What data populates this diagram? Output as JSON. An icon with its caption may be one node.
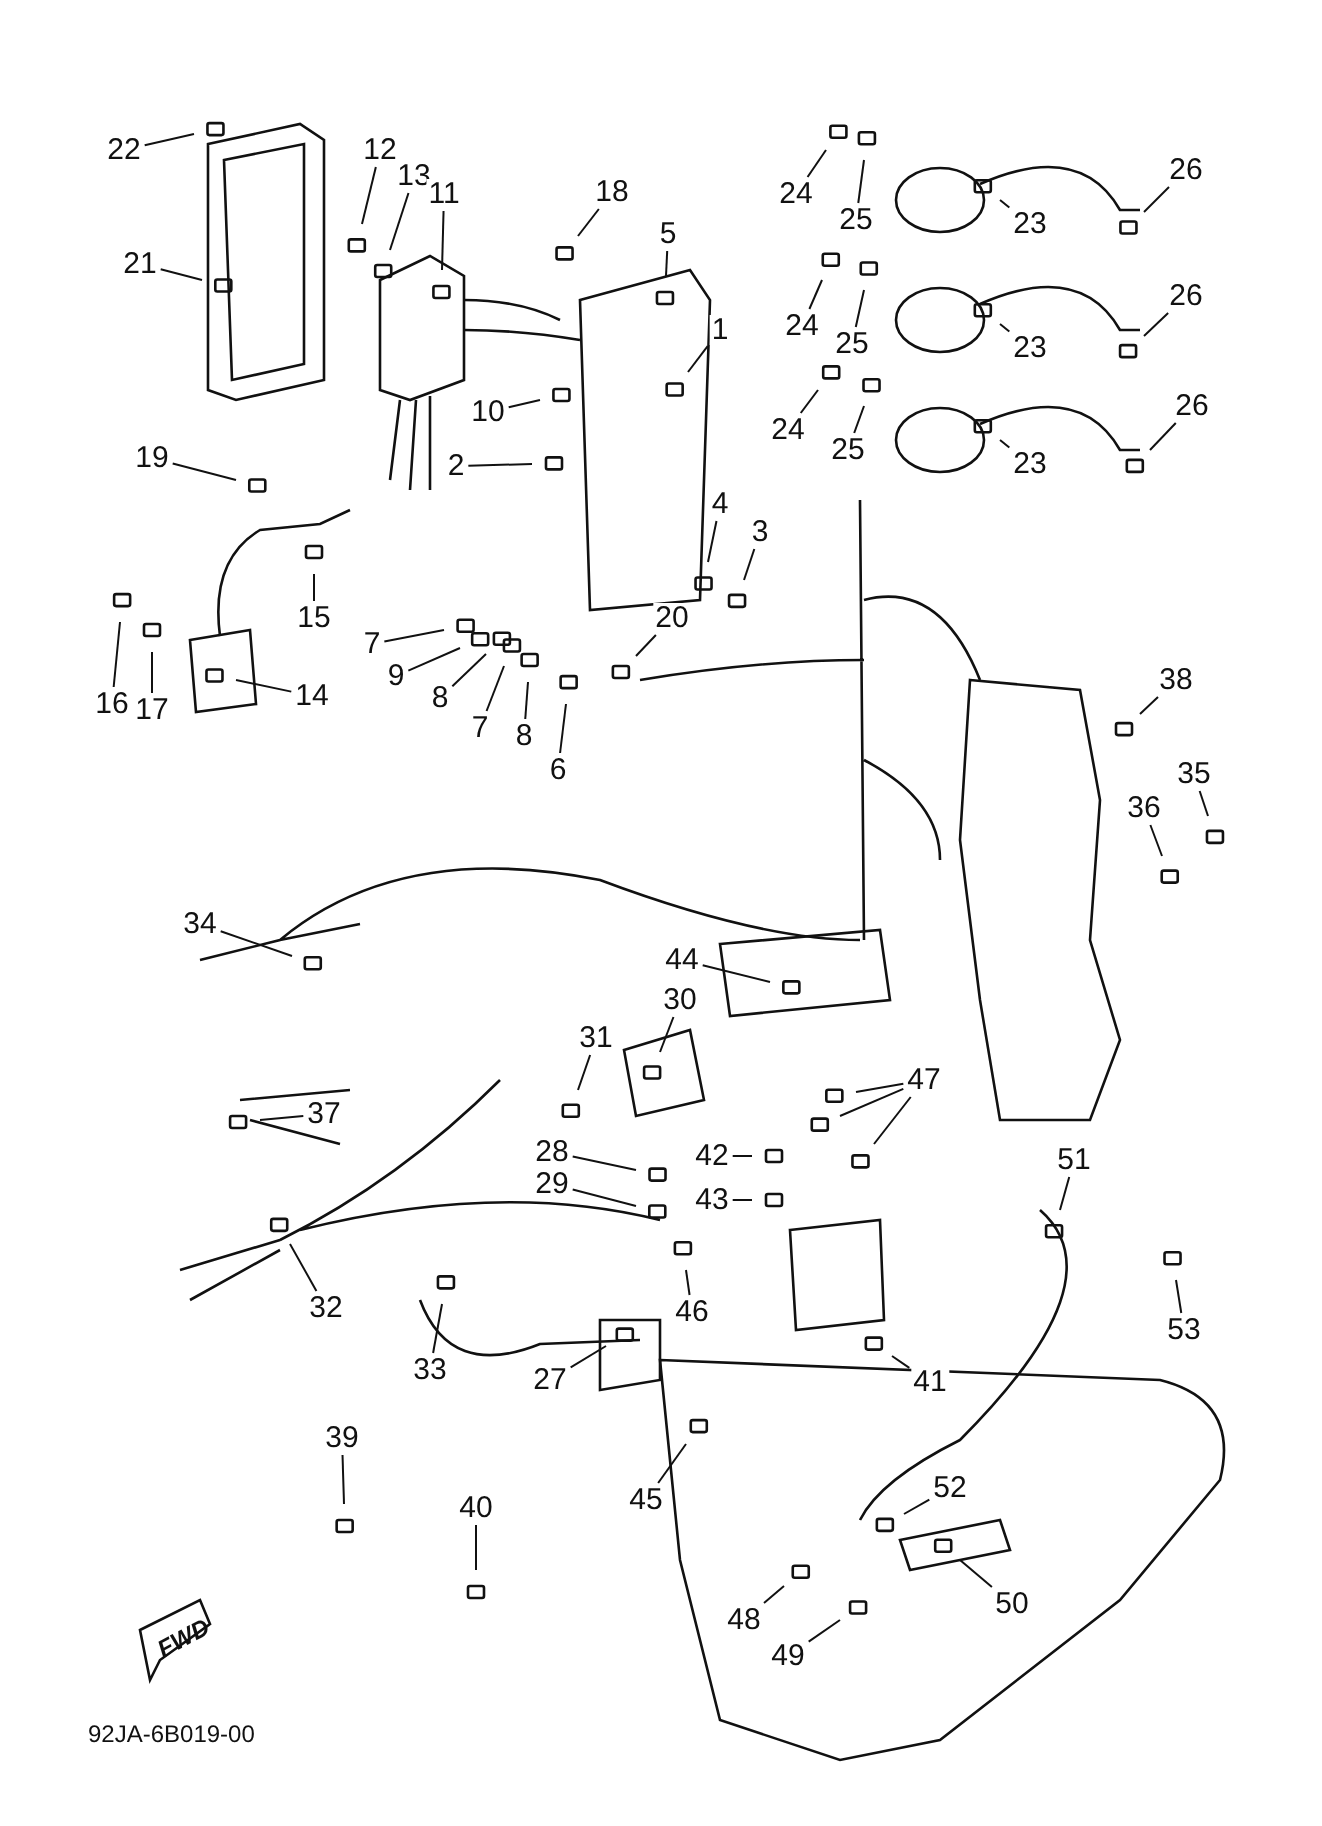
{
  "diagram": {
    "nodes": [
      {
        "text": [
          "22"
        ]
      },
      {
        "text": [
          "12"
        ]
      },
      {
        "text": [
          "13"
        ]
      },
      {
        "text": [
          "11"
        ]
      },
      {
        "text": [
          "18"
        ]
      },
      {
        "text": [
          "5"
        ]
      },
      {
        "text": [
          "1"
        ]
      },
      {
        "text": [
          "21"
        ]
      },
      {
        "text": [
          "10"
        ]
      },
      {
        "text": [
          "19"
        ]
      },
      {
        "text": [
          "2"
        ]
      },
      {
        "text": [
          "4"
        ]
      },
      {
        "text": [
          "3"
        ]
      },
      {
        "text": [
          "15"
        ]
      },
      {
        "text": [
          "20"
        ]
      },
      {
        "text": [
          "7"
        ]
      },
      {
        "text": [
          "9"
        ]
      },
      {
        "text": [
          "8"
        ]
      },
      {
        "text": [
          "7"
        ]
      },
      {
        "text": [
          "8"
        ]
      },
      {
        "text": [
          "16"
        ]
      },
      {
        "text": [
          "17"
        ]
      },
      {
        "text": [
          "14"
        ]
      },
      {
        "text": [
          "6"
        ]
      },
      {
        "text": [
          "24"
        ]
      },
      {
        "text": [
          "25"
        ]
      },
      {
        "text": [
          "23"
        ]
      },
      {
        "text": [
          "26"
        ]
      },
      {
        "text": [
          "24"
        ]
      },
      {
        "text": [
          "25"
        ]
      },
      {
        "text": [
          "23"
        ]
      },
      {
        "text": [
          "26"
        ]
      },
      {
        "text": [
          "24"
        ]
      },
      {
        "text": [
          "25"
        ]
      },
      {
        "text": [
          "23"
        ]
      },
      {
        "text": [
          "26"
        ]
      },
      {
        "text": [
          "38"
        ]
      },
      {
        "text": [
          "35"
        ]
      },
      {
        "text": [
          "36"
        ]
      },
      {
        "text": [
          "34"
        ]
      },
      {
        "text": [
          "44"
        ]
      },
      {
        "text": [
          "30"
        ]
      },
      {
        "text": [
          "47"
        ]
      },
      {
        "text": [
          "31"
        ]
      },
      {
        "text": [
          "37"
        ]
      },
      {
        "text": [
          "28"
        ]
      },
      {
        "text": [
          "42"
        ]
      },
      {
        "text": [
          "29"
        ]
      },
      {
        "text": [
          "43"
        ]
      },
      {
        "text": [
          "51"
        ]
      },
      {
        "text": [
          "32"
        ]
      },
      {
        "text": [
          "46"
        ]
      },
      {
        "text": [
          "53"
        ]
      },
      {
        "text": [
          "33"
        ]
      },
      {
        "text": [
          "27"
        ]
      },
      {
        "text": [
          "41"
        ]
      },
      {
        "text": [
          "39"
        ]
      },
      {
        "text": [
          "45"
        ]
      },
      {
        "text": [
          "52"
        ]
      },
      {
        "text": [
          "40"
        ]
      },
      {
        "text": [
          "50"
        ]
      },
      {
        "text": [
          "48"
        ]
      },
      {
        "text": [
          "49"
        ]
      }
    ],
    "edges": [
      {
        "from": 0,
        "to": null,
        "arrow": "none"
      },
      {
        "from": 1,
        "to": null,
        "arrow": "none"
      },
      {
        "from": 2,
        "to": null,
        "arrow": "none"
      },
      {
        "from": 3,
        "to": null,
        "arrow": "none"
      },
      {
        "from": 4,
        "to": null,
        "arrow": "none"
      },
      {
        "from": 5,
        "to": null,
        "arrow": "none"
      },
      {
        "from": 6,
        "to": null,
        "arrow": "none"
      },
      {
        "from": 7,
        "to": null,
        "arrow": "none"
      },
      {
        "from": 8,
        "to": null,
        "arrow": "none"
      },
      {
        "from": 9,
        "to": null,
        "arrow": "none"
      },
      {
        "from": 10,
        "to": null,
        "arrow": "none"
      },
      {
        "from": 11,
        "to": null,
        "arrow": "none"
      },
      {
        "from": 12,
        "to": null,
        "arrow": "none"
      },
      {
        "from": 13,
        "to": null,
        "arrow": "none"
      },
      {
        "from": 14,
        "to": null,
        "arrow": "none"
      },
      {
        "from": 15,
        "to": null,
        "arrow": "none"
      },
      {
        "from": 16,
        "to": null,
        "arrow": "none"
      },
      {
        "from": 17,
        "to": null,
        "arrow": "none"
      },
      {
        "from": 18,
        "to": null,
        "arrow": "none"
      },
      {
        "from": 19,
        "to": null,
        "arrow": "none"
      },
      {
        "from": 20,
        "to": null,
        "arrow": "none"
      },
      {
        "from": 21,
        "to": null,
        "arrow": "none"
      },
      {
        "from": 22,
        "to": null,
        "arrow": "none"
      },
      {
        "from": 23,
        "to": null,
        "arrow": "none"
      },
      {
        "from": 24,
        "to": null,
        "arrow": "none"
      },
      {
        "from": 25,
        "to": null,
        "arrow": "none"
      },
      {
        "from": 26,
        "to": null,
        "arrow": "none"
      },
      {
        "from": 27,
        "to": null,
        "arrow": "none"
      },
      {
        "from": 28,
        "to": null,
        "arrow": "none"
      },
      {
        "from": 29,
        "to": null,
        "arrow": "none"
      },
      {
        "from": 30,
        "to": null,
        "arrow": "none"
      },
      {
        "from": 31,
        "to": null,
        "arrow": "none"
      },
      {
        "from": 32,
        "to": null,
        "arrow": "none"
      },
      {
        "from": 33,
        "to": null,
        "arrow": "none"
      },
      {
        "from": 34,
        "to": null,
        "arrow": "none"
      },
      {
        "from": 35,
        "to": null,
        "arrow": "none"
      },
      {
        "from": 36,
        "to": null,
        "arrow": "none"
      },
      {
        "from": 37,
        "to": null,
        "arrow": "none"
      },
      {
        "from": 38,
        "to": null,
        "arrow": "none"
      },
      {
        "from": 39,
        "to": null,
        "arrow": "none"
      },
      {
        "from": 40,
        "to": null,
        "arrow": "none"
      },
      {
        "from": 41,
        "to": null,
        "arrow": "none"
      },
      {
        "from": 42,
        "to": null,
        "arrow": "none"
      },
      {
        "from": 42,
        "to": null,
        "arrow": "none"
      },
      {
        "from": 42,
        "to": null,
        "arrow": "none"
      },
      {
        "from": 43,
        "to": null,
        "arrow": "none"
      },
      {
        "from": 44,
        "to": null,
        "arrow": "none"
      },
      {
        "from": 45,
        "to": null,
        "arrow": "none"
      },
      {
        "from": 46,
        "to": null,
        "arrow": "none"
      },
      {
        "from": 47,
        "to": null,
        "arrow": "none"
      },
      {
        "from": 48,
        "to": null,
        "arrow": "none"
      },
      {
        "from": 49,
        "to": null,
        "arrow": "none"
      },
      {
        "from": 50,
        "to": null,
        "arrow": "none"
      },
      {
        "from": 51,
        "to": null,
        "arrow": "none"
      },
      {
        "from": 52,
        "to": null,
        "arrow": "none"
      },
      {
        "from": 53,
        "to": null,
        "arrow": "none"
      },
      {
        "from": 54,
        "to": null,
        "arrow": "none"
      },
      {
        "from": 55,
        "to": null,
        "arrow": "none"
      },
      {
        "from": 56,
        "to": null,
        "arrow": "none"
      },
      {
        "from": 57,
        "to": null,
        "arrow": "none"
      },
      {
        "from": 58,
        "to": null,
        "arrow": "none"
      },
      {
        "from": 59,
        "to": null,
        "arrow": "none"
      },
      {
        "from": 60,
        "to": null,
        "arrow": "none"
      },
      {
        "from": 61,
        "to": null,
        "arrow": "none"
      },
      {
        "from": 62,
        "to": null,
        "arrow": "none"
      }
    ],
    "labels": [
      "FWD",
      "92JA-6B019-00"
    ]
  }
}
